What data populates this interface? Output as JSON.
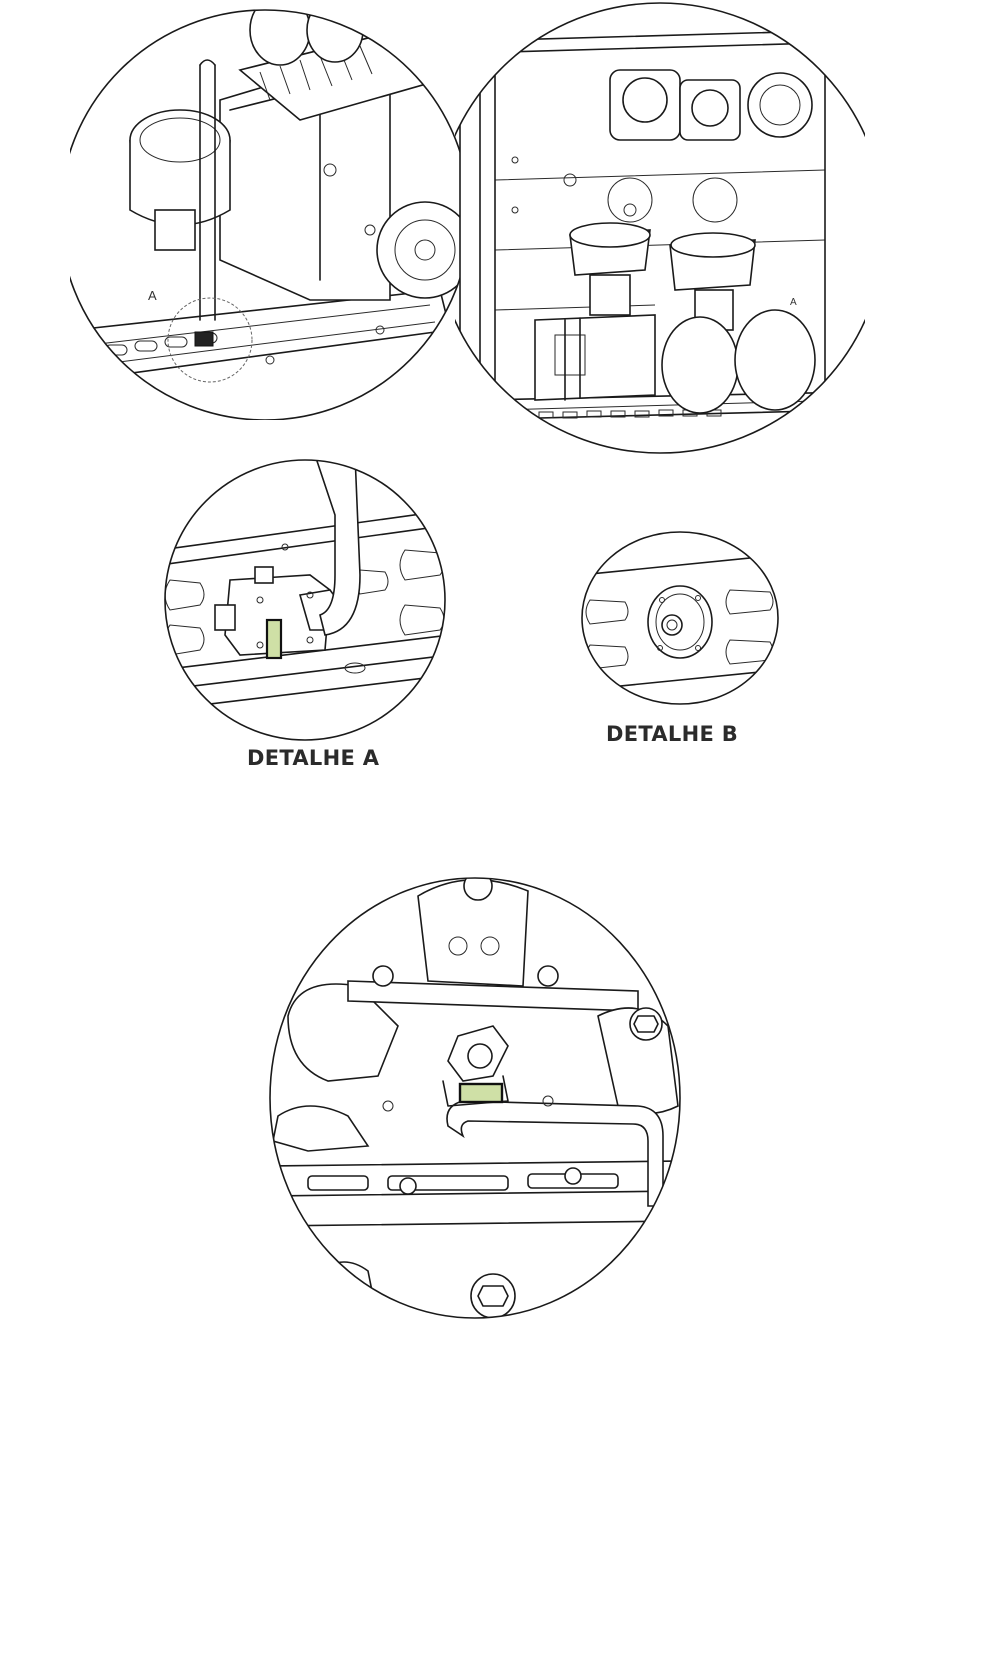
{
  "diagram": {
    "top_left_callout": "A",
    "top_right_callout": "A",
    "detail_a_caption": "DETALHE A",
    "detail_b_caption": "DETALHE B"
  },
  "colors": {
    "highlight_fill": "#cfe0a6",
    "highlight_stroke": "#111111",
    "line": "#1a1a1a"
  }
}
